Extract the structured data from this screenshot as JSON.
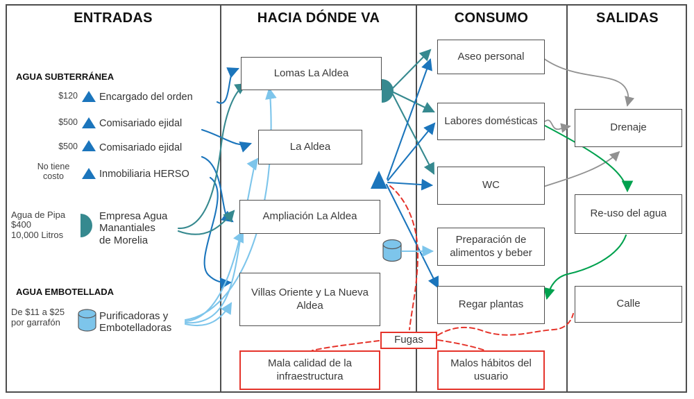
{
  "columns": [
    {
      "id": "entradas",
      "header": "ENTRADAS"
    },
    {
      "id": "hacia-donde-va",
      "header": "HACIA DÓNDE VA"
    },
    {
      "id": "consumo",
      "header": "CONSUMO"
    },
    {
      "id": "salidas",
      "header": "SALIDAS"
    }
  ],
  "entradas": {
    "groundwater_heading": "AGUA SUBTERRÁNEA",
    "rows": [
      {
        "cost": "$120",
        "label": "Encargado del orden",
        "icon": "triangle-icon"
      },
      {
        "cost": "$500",
        "label": "Comisariado ejidal",
        "icon": "triangle-icon"
      },
      {
        "cost": "$500",
        "label": "Comisariado ejidal",
        "icon": "triangle-icon"
      },
      {
        "cost": "No tiene\ncosto",
        "label": "Inmobiliaria HERSO",
        "icon": "triangle-icon"
      }
    ],
    "pipa": {
      "cost": "Agua de Pipa\n$400\n10,000 Litros",
      "label": "Empresa Agua\nManantiales\nde Morelia",
      "icon": "half-circle-icon"
    },
    "bottled_heading": "AGUA EMBOTELLADA",
    "bottled": {
      "cost": "De $11 a $25\npor garrafón",
      "label": "Purificadoras y\nEmbotelladoras",
      "icon": "cylinder-icon"
    }
  },
  "destinations": [
    "Lomas La Aldea",
    "La Aldea",
    "Ampliación La Aldea",
    "Villas Oriente y La Nueva Aldea"
  ],
  "consumption": [
    "Aseo personal",
    "Labores domésticas",
    "WC",
    "Preparación de alimentos y beber",
    "Regar plantas"
  ],
  "outputs": [
    "Drenaje",
    "Re-uso del agua",
    "Calle"
  ],
  "issues": {
    "fugas": "Fugas",
    "mala_calidad": "Mala calidad de la infraestructura",
    "malos_habitos": "Malos hábitos del usuario"
  },
  "colors": {
    "darkblue": "#1B75BC",
    "teal": "#36898F",
    "lightblue": "#7DC5EB",
    "gray": "#919191",
    "green": "#00A14E",
    "red": "#E5332A"
  }
}
